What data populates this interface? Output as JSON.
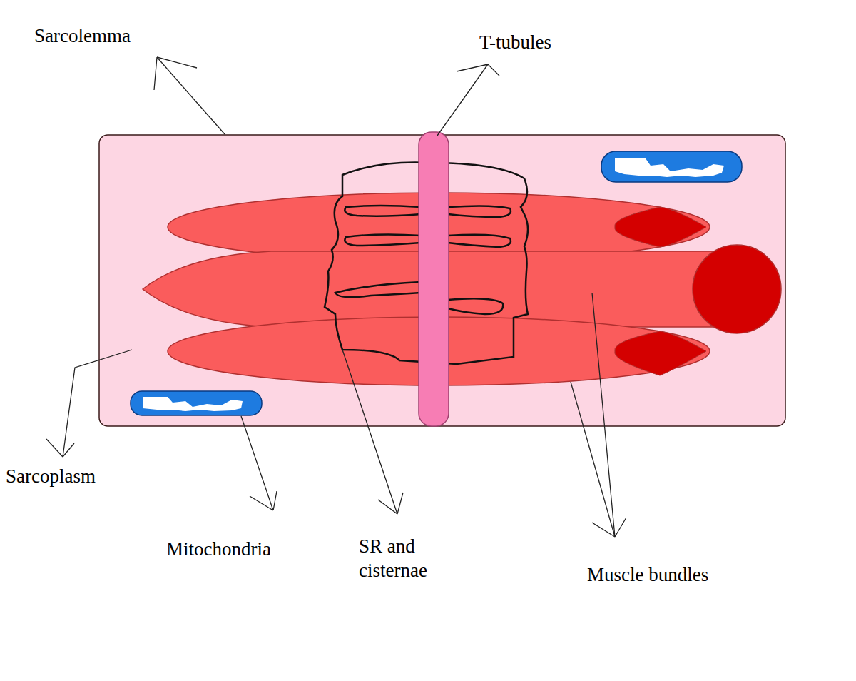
{
  "diagram": {
    "labels": [
      "Sarcolemma",
      "T-tubules",
      "Sarcoplasm",
      "Mitochondria",
      "SR and cisternae",
      "Muscle bundles"
    ]
  }
}
